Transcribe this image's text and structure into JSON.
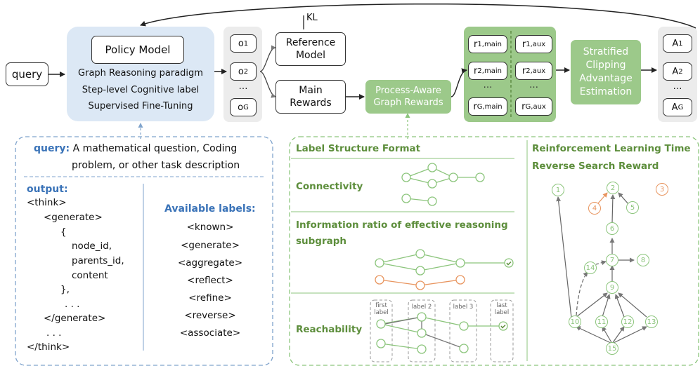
{
  "top": {
    "query": "query",
    "policy_model": "Policy Model",
    "policy_lines": [
      "Graph Reasoning paradigm",
      "Step-level Cognitive label",
      "Supervised Fine-Tuning"
    ],
    "outputs": [
      {
        "base": "o",
        "sub": "1"
      },
      {
        "base": "o",
        "sub": "2"
      },
      {
        "base": "…",
        "sub": ""
      },
      {
        "base": "o",
        "sub": "G"
      }
    ],
    "kl": "KL",
    "reference_model": [
      "Reference",
      "Model"
    ],
    "main_rewards": [
      "Main",
      "Rewards"
    ],
    "process_aware": [
      "Process-Aware",
      "Graph Rewards"
    ],
    "rewards_main": [
      {
        "base": "r",
        "sub": "1,main"
      },
      {
        "base": "r",
        "sub": "2,main"
      },
      {
        "base": "…",
        "sub": ""
      },
      {
        "base": "r",
        "sub": "G,main"
      }
    ],
    "rewards_aux": [
      {
        "base": "r",
        "sub": "1,aux"
      },
      {
        "base": "r",
        "sub": "2,aux"
      },
      {
        "base": "…",
        "sub": ""
      },
      {
        "base": "r",
        "sub": "G,aux"
      }
    ],
    "stratified": [
      "Stratified",
      "Clipping",
      "Advantage",
      "Estimation"
    ],
    "advantages": [
      {
        "base": "A",
        "sub": "1"
      },
      {
        "base": "A",
        "sub": "2"
      },
      {
        "base": "…",
        "sub": ""
      },
      {
        "base": "A",
        "sub": "G"
      }
    ]
  },
  "left_panel": {
    "query_label": "query:",
    "query_text_1": "A mathematical question, Coding",
    "query_text_2": "problem, or other task description",
    "output_label": "output:",
    "output_lines": [
      "<think>",
      "<generate>",
      "{",
      "node_id,",
      "parents_id,",
      "content",
      "},",
      ". . .",
      "</generate>",
      ". . .",
      "</think>"
    ],
    "labels_title": "Available labels:",
    "labels": [
      "<known>",
      "<generate>",
      "<aggregate>",
      "<reflect>",
      "<refine>",
      "<reverse>",
      "<associate>"
    ]
  },
  "right_panel": {
    "label_structure_format": "Label Structure Format",
    "connectivity": "Connectivity",
    "information_ratio": [
      "Information ratio of effective reasoning",
      "subgraph"
    ],
    "reachability": "Reachability",
    "reach_columns": [
      [
        "first",
        "label"
      ],
      [
        "label 2"
      ],
      [
        "label 3"
      ],
      [
        "last",
        "label"
      ]
    ],
    "rl_title": [
      "Reinforcement Learning Time",
      "Reverse Search Reward"
    ],
    "tree_nodes": [
      "1",
      "2",
      "3",
      "4",
      "5",
      "6",
      "7",
      "8",
      "9",
      "10",
      "11",
      "12",
      "13",
      "14",
      "15"
    ]
  },
  "colors": {
    "blue_fill": "#dce8f5",
    "green_fill": "#9cc98a",
    "green_text": "#5d8e3c",
    "blue_text": "#3a73b8",
    "orange": "#e8955f",
    "node_green": "#8cc57c",
    "gray_fill": "#ececec"
  }
}
